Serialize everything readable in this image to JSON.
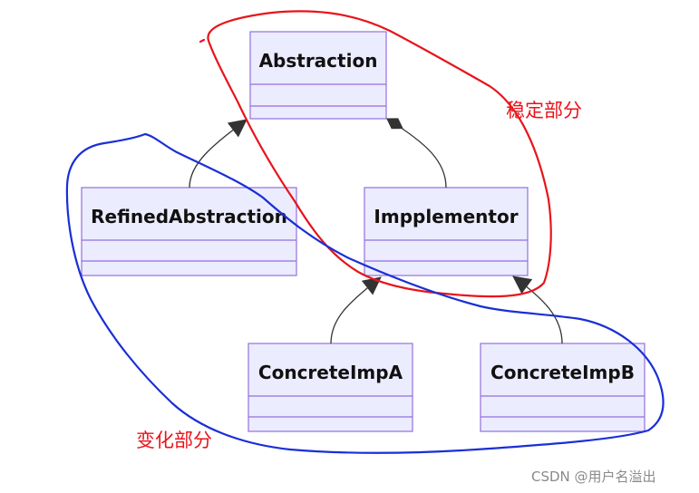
{
  "classes": [
    {
      "id": "abstraction",
      "name": "Abstraction"
    },
    {
      "id": "refined",
      "name": "RefinedAbstraction"
    },
    {
      "id": "implementor",
      "name": "Impplementor"
    },
    {
      "id": "concreteA",
      "name": "ConcreteImpA"
    },
    {
      "id": "concreteB",
      "name": "ConcreteImpB"
    }
  ],
  "annotations": {
    "stable_part": "稳定部分",
    "variable_part": "变化部分"
  },
  "watermark": "CSDN @用户名溢出",
  "colors": {
    "box_fill": "#ececff",
    "box_stroke": "#9370db",
    "edge": "#333333",
    "stable_outline": "#e8141b",
    "variable_outline": "#1a2fd6"
  }
}
